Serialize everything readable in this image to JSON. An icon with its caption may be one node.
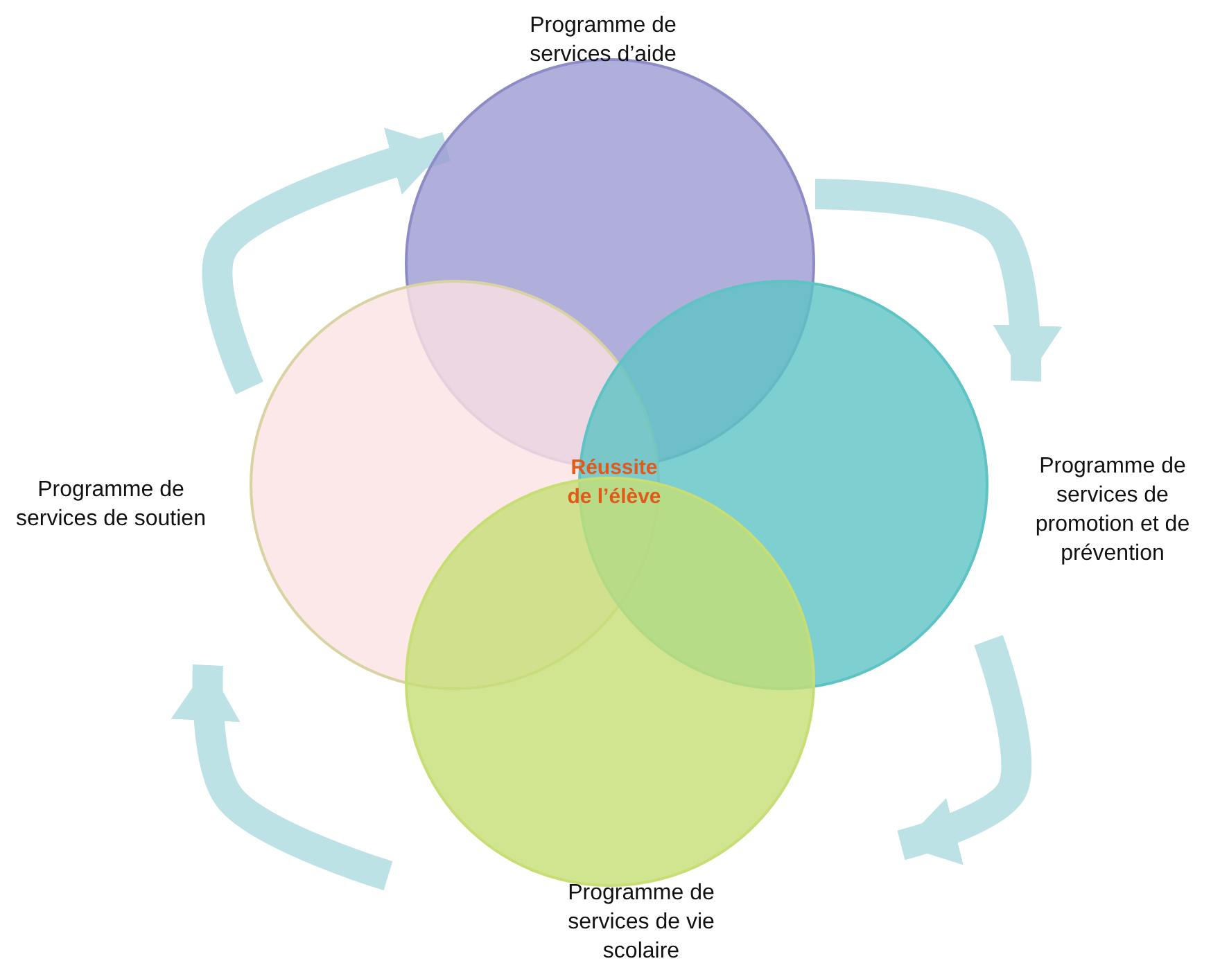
{
  "diagram": {
    "nodes": [
      {
        "text": [
          "Programme de services d’aide"
        ]
      },
      {
        "text": [
          "Programme de services de soutien"
        ]
      },
      {
        "text": [
          "Programme de services de promotion et de prévention"
        ]
      },
      {
        "text": [
          "Programme de services de vie scolaire"
        ]
      }
    ],
    "edges": [
      {
        "from": 1,
        "to": 0,
        "arrow": "to"
      },
      {
        "from": 0,
        "to": 2,
        "arrow": "to"
      },
      {
        "from": 2,
        "to": 3,
        "arrow": "to"
      },
      {
        "from": 3,
        "to": 1,
        "arrow": "to"
      }
    ],
    "labels": [
      "Réussite de l’élève"
    ]
  }
}
